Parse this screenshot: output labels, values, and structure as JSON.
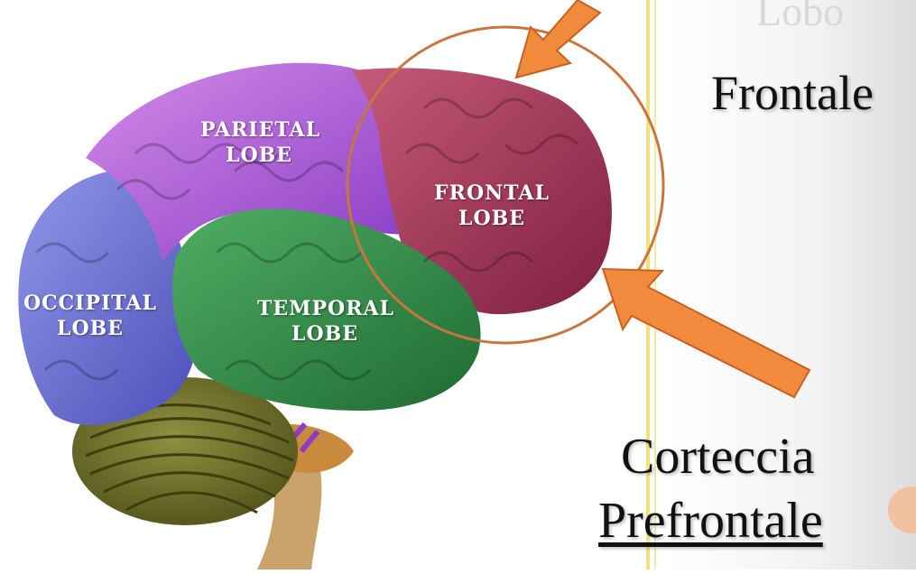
{
  "lobes": {
    "parietal": [
      "PARIETAL",
      "LOBE"
    ],
    "frontal": [
      "FRONTAL",
      "LOBE"
    ],
    "occipital": [
      "OCCIPITAL",
      "LOBE"
    ],
    "temporal": [
      "TEMPORAL",
      "LOBE"
    ]
  },
  "slide": {
    "title_line1": "Lobo",
    "title_line2": "Frontale",
    "caption_line1": "Corteccia",
    "caption_line2": "Prefrontale"
  },
  "colors": {
    "parietal": "#a14fd3",
    "frontal": "#9c2a4f",
    "occipital": "#6a6fd6",
    "temporal": "#2f8a45",
    "cerebellum": "#6e6f2a",
    "arrow": "#f08a3c",
    "circle": "#c9763c"
  }
}
